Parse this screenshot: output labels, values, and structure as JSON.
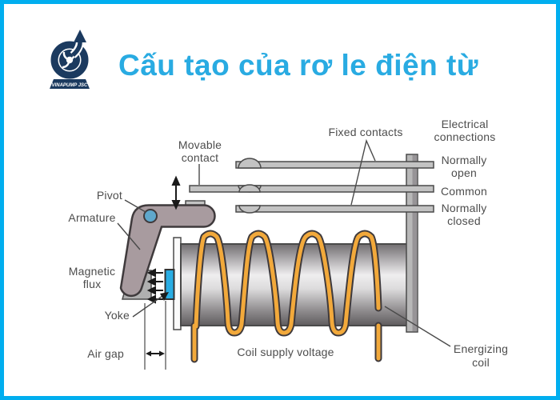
{
  "page": {
    "border_color": "#00aeef",
    "background": "#ffffff"
  },
  "header": {
    "title": "Cấu tạo của rơ le điện từ",
    "title_color": "#29abe2",
    "logo_text": "VINAPUMP JSC",
    "logo_color": "#1b3a5f"
  },
  "diagram": {
    "labels": {
      "movable_contact": [
        "Movable",
        "contact"
      ],
      "fixed_contacts": "Fixed contacts",
      "electrical_connections": [
        "Electrical",
        "connections"
      ],
      "normally_open": [
        "Normally",
        "open"
      ],
      "common": "Common",
      "normally_closed": [
        "Normally",
        "closed"
      ],
      "pivot": "Pivot",
      "armature": "Armature",
      "magnetic_flux": [
        "Magnetic",
        "flux"
      ],
      "yoke": "Yoke",
      "air_gap": "Air gap",
      "coil_supply_voltage": "Coil supply voltage",
      "energizing_coil": [
        "Energizing",
        "coil"
      ]
    },
    "colors": {
      "wire": "#f2a93b",
      "wire_outline": "#3f3a3c",
      "yoke": "#29ade4",
      "pivot": "#5fa8cc",
      "armature": "#a89b9f",
      "metal": "#c3c3c3",
      "support": "#b8b8b8",
      "label_text": "#4d4d4d",
      "outline": "#4a4a4a"
    }
  }
}
